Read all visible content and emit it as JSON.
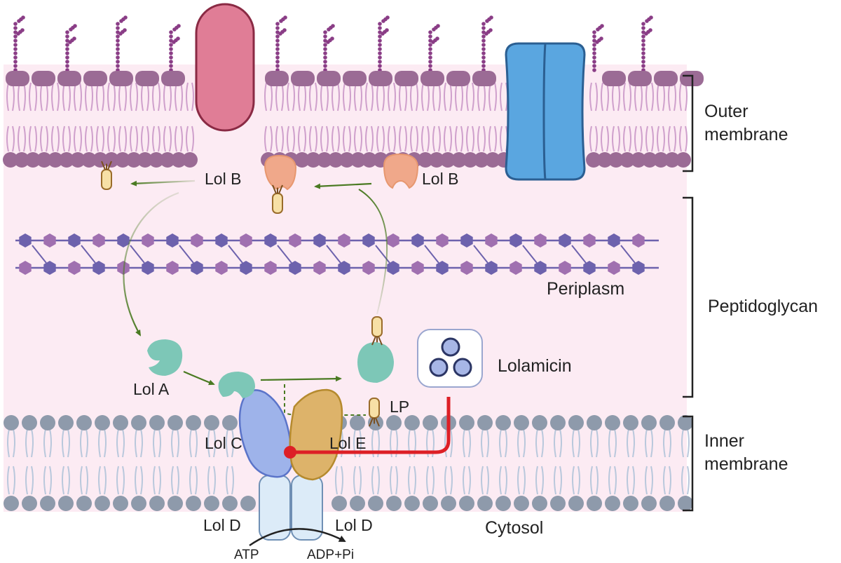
{
  "labels": {
    "outer_membrane_line1": "Outer",
    "outer_membrane_line2": "membrane",
    "peptidoglycan": "Peptidoglycan",
    "inner_membrane_line1": "Inner",
    "inner_membrane_line2": "membrane",
    "periplasm": "Periplasm",
    "cytosol": "Cytosol",
    "lolamicin": "Lolamicin",
    "lol_b_left": "Lol B",
    "lol_b_right": "Lol B",
    "lol_a": "Lol A",
    "lol_c": "Lol C",
    "lol_e": "Lol E",
    "lol_d_left": "Lol D",
    "lol_d_right": "Lol D",
    "lp": "LP",
    "atp": "ATP",
    "adp": "ADP+Pi"
  },
  "colors": {
    "periplasm_fill": "#fcebf3",
    "outer_lipid": "#9b6b95",
    "outer_tail": "#cfa0cc",
    "inner_lipid": "#8e9aab",
    "inner_tail": "#b9c8dc",
    "lps_bead": "#8a3d86",
    "porin": "#5aa6e0",
    "outer_protein": "#e07d96",
    "lol_b": "#f0a88a",
    "lol_a": "#7dc7b7",
    "lol_c": "#9eb3ea",
    "lol_e": "#ddb36a",
    "lol_d": "#dcebf8",
    "lipoprotein": "#f7e0a6",
    "arrow_green": "#4a7a22",
    "inhibitor_red": "#dd1f26",
    "pg_hex_a": "#a070b0",
    "pg_hex_b": "#6d62ad"
  }
}
